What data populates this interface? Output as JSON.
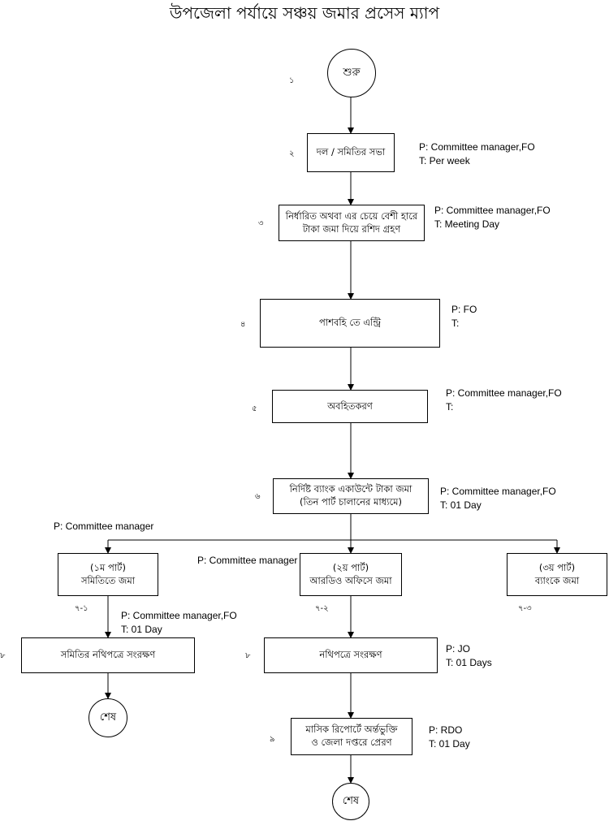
{
  "title": "উপজেলা পর্যায়ে সঞ্চয় জমার প্রসেস ম্যাপ",
  "start": {
    "label": "শুরু",
    "num": "১"
  },
  "steps": [
    {
      "num": "২",
      "lines": [
        "দল / সমিতির সভা"
      ],
      "p": "P:  Committee manager,FO",
      "t": "T:  Per week"
    },
    {
      "num": "৩",
      "lines": [
        "নির্ধারিত অথবা এর চেয়ে বেশী হারে",
        "টাকা জমা দিয়ে রশিদ গ্রহণ"
      ],
      "p": "P:  Committee manager,FO",
      "t": "T:  Meeting Day"
    },
    {
      "num": "৪",
      "lines": [
        "পাশবহি তে এন্ট্রি"
      ],
      "p": "P:  FO",
      "t": "T:"
    },
    {
      "num": "৫",
      "lines": [
        "অবহিতকরণ"
      ],
      "p": "P:  Committee manager,FO",
      "t": "T:"
    },
    {
      "num": "৬",
      "lines": [
        "নির্দিষ্ট ব্যাংক একাউন্টে টাকা জমা",
        "(তিন পার্ট চালানের মাধ্যমে)"
      ],
      "p": "P:  Committee manager,FO",
      "t": "T:  01 Day"
    }
  ],
  "branch_notes": {
    "left": "P:  Committee manager",
    "middle": "P:  Committee manager"
  },
  "parts": [
    {
      "num": "৭-১",
      "lines": [
        "(১ম পার্ট)",
        "সমিতিতে জমা"
      ]
    },
    {
      "num": "৭-২",
      "lines": [
        "(২য় পার্ট)",
        "আরডিও অফিসে জমা"
      ]
    },
    {
      "num": "৭-৩",
      "lines": [
        "(৩য় পার্ট)",
        "ব্যাংকে জমা"
      ]
    }
  ],
  "left_branch": {
    "p": "P:  Committee manager,FO",
    "t": "T:  01 Day",
    "num": "৮",
    "label": "সমিতির নথিপত্রে সংরক্ষণ",
    "end": "শেষ"
  },
  "mid_branch": {
    "step8": {
      "num": "৮",
      "label": "নথিপত্রে সংরক্ষণ",
      "p": "P: JO",
      "t": "T: 01 Days"
    },
    "step9": {
      "num": "৯",
      "lines": [
        "মাসিক রিপোর্টে অর্ন্তভুক্তি",
        "ও জেলা দপ্তরে প্রেরণ"
      ],
      "p": "P: RDO",
      "t": "T:  01 Day"
    },
    "end": "শেষ"
  }
}
